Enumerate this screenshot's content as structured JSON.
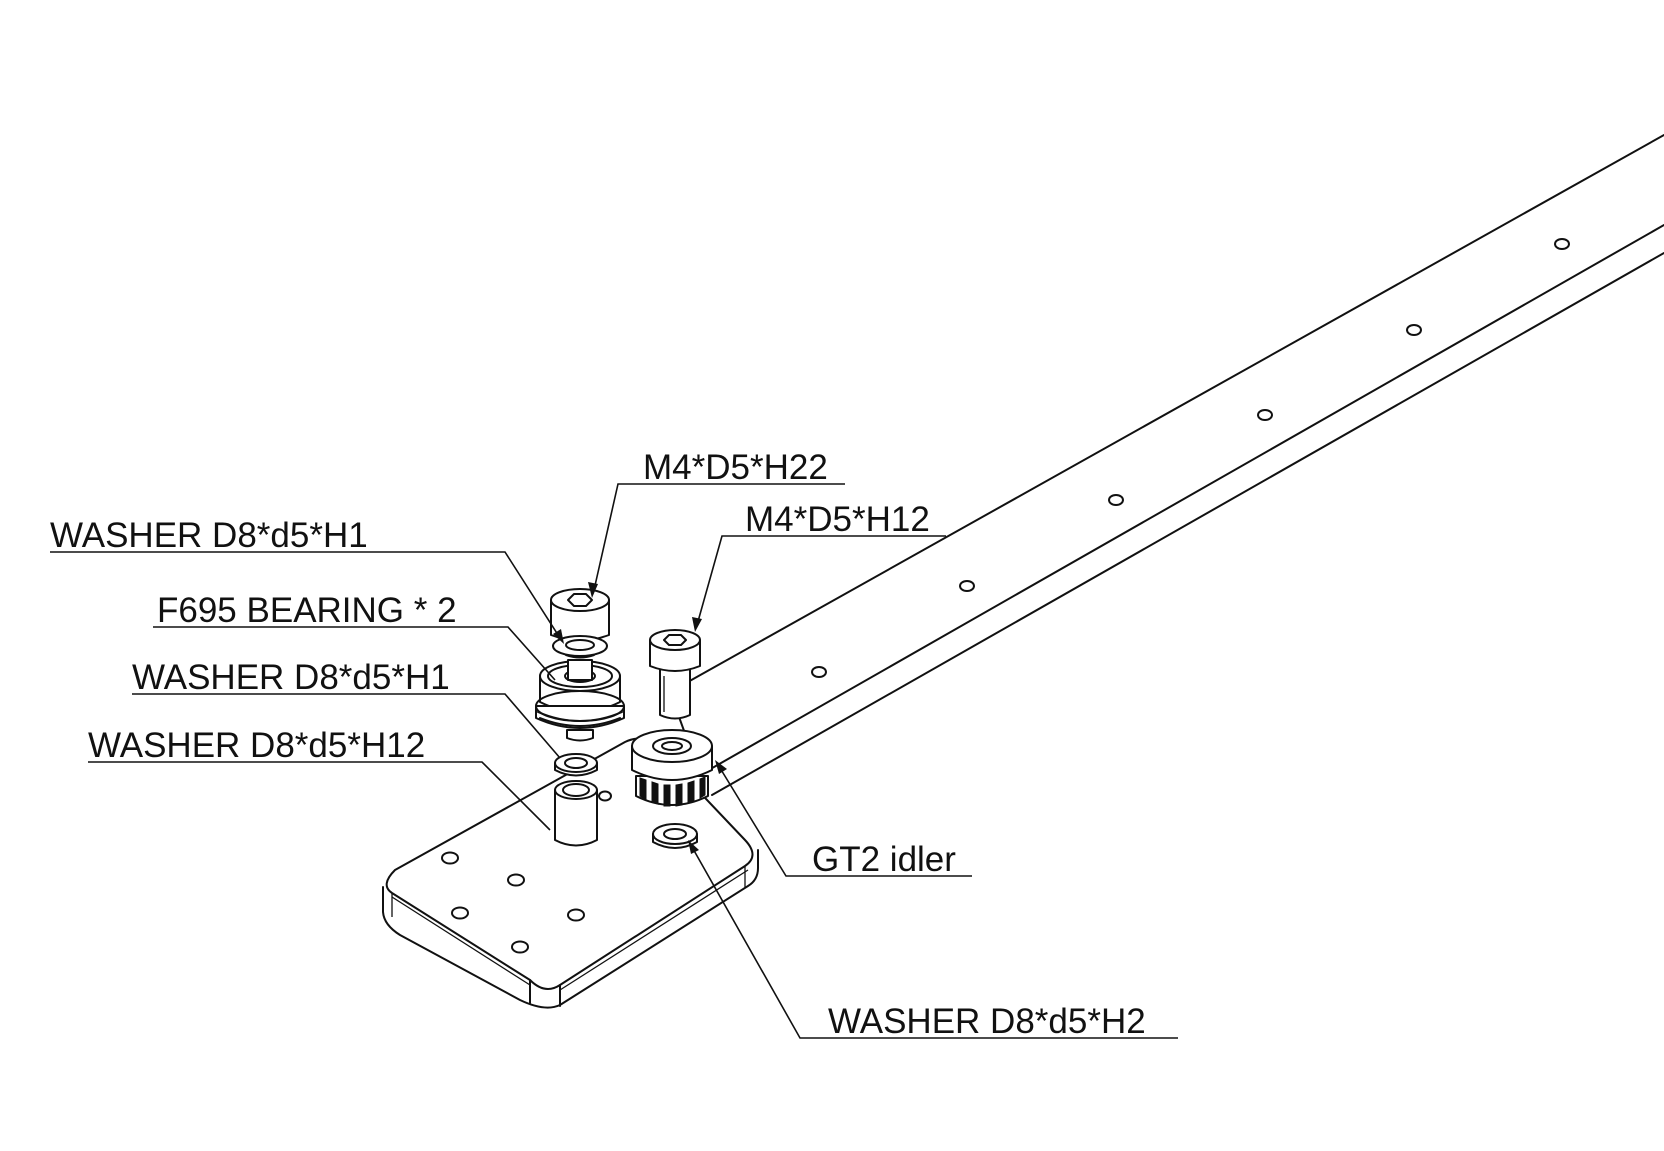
{
  "labels": {
    "m4_h22": "M4*D5*H22",
    "washer_top": "WASHER D8*d5*H1",
    "m4_h12": "M4*D5*H12",
    "bearing": "F695 BEARING * 2",
    "washer_mid": "WASHER D8*d5*H1",
    "washer_h12": "WASHER D8*d5*H12",
    "gt2": "GT2 idler",
    "washer_h2": "WASHER D8*d5*H2"
  },
  "colors": {
    "line": "#111111",
    "background": "#ffffff"
  }
}
